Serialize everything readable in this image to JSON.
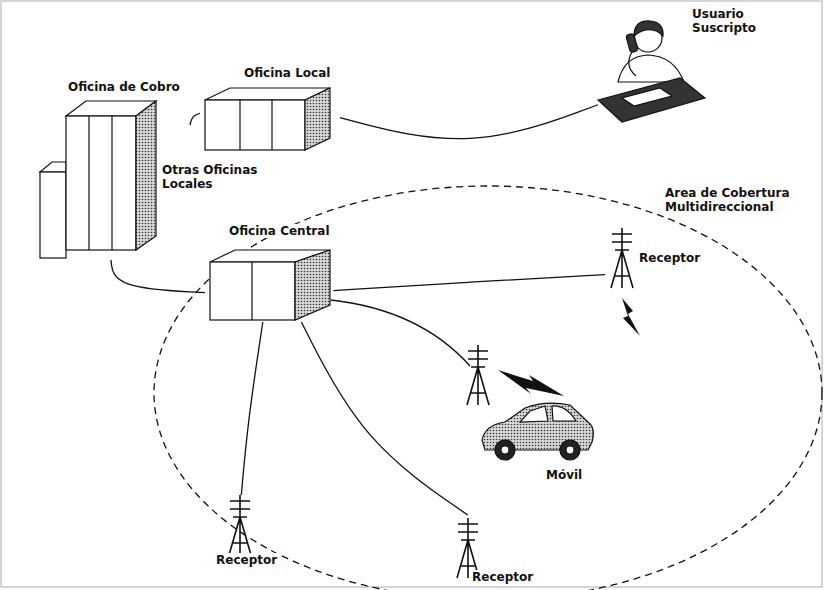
{
  "diagram": {
    "nodes": [
      {
        "text": [
          "Oficina de Cobro"
        ]
      },
      {
        "text": [
          "Oficina Local"
        ]
      },
      {
        "text": [
          "Usuario Suscripto"
        ]
      },
      {
        "text": [
          "Oficina Central"
        ]
      },
      {
        "text": [
          "Receptor"
        ]
      },
      {
        "text": [
          "Móvil"
        ]
      },
      {
        "text": [
          "Receptor"
        ]
      },
      {
        "text": [
          "Receptor"
        ]
      }
    ],
    "edges": [
      {
        "from": 0,
        "to": 1,
        "arrow": "none"
      },
      {
        "from": 1,
        "to": 2,
        "arrow": "none"
      },
      {
        "from": 0,
        "to": 3,
        "arrow": "none"
      },
      {
        "from": 3,
        "to": 4,
        "arrow": "none"
      },
      {
        "from": 3,
        "to": 6,
        "arrow": "none"
      },
      {
        "from": 3,
        "to": 7,
        "arrow": "none"
      }
    ],
    "labels": [
      "Otras Oficinas Locales",
      "Area de Cobertura Multidireccional"
    ]
  }
}
